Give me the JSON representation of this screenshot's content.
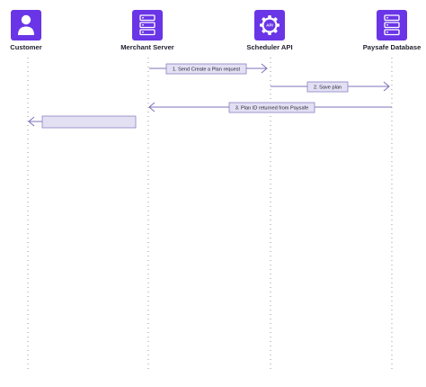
{
  "colors": {
    "icon_bg": "#6a35e6",
    "lifeline": "#9a9a9a",
    "arrow": "#7c72b9",
    "label_bg": "#e3e0f4",
    "label_border": "#8a82c4",
    "text": "#1f1f2e"
  },
  "actors": [
    {
      "name": "Customer",
      "icon": "person-icon"
    },
    {
      "name": "Merchant Server",
      "icon": "server-icon"
    },
    {
      "name": "Scheduler API",
      "icon": "api-gear-icon",
      "icon_text": "API"
    },
    {
      "name": "Paysafe Database",
      "icon": "database-icon"
    }
  ],
  "messages": [
    {
      "label": "1.  Send Create a Plan request",
      "from": 1,
      "to": 2
    },
    {
      "label": "2.  Save plan",
      "from": 2,
      "to": 3
    },
    {
      "label": "3.  Plan ID returned from Paysafe",
      "from": 3,
      "to": 1
    },
    {
      "label": "",
      "from": 1,
      "to": 0
    }
  ]
}
